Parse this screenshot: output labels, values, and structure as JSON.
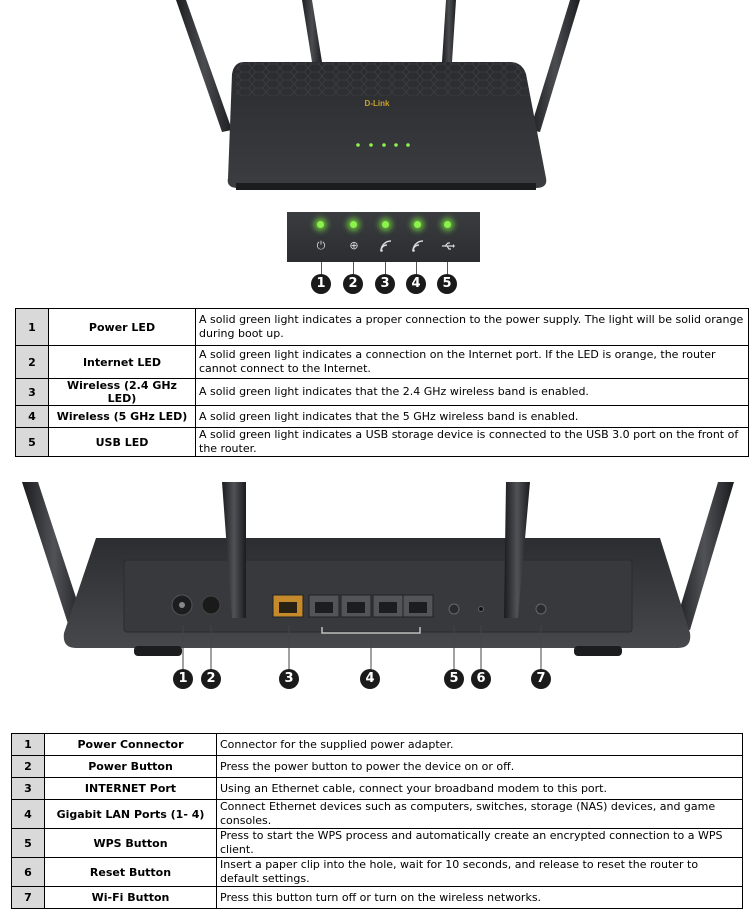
{
  "front_view": {
    "logo": "D-Link",
    "led_icons": [
      "power-icon",
      "internet-icon",
      "wireless-2g-icon",
      "wireless-5g-icon",
      "usb-icon"
    ],
    "led_color": "#8cf34a",
    "callouts": [
      "1",
      "2",
      "3",
      "4",
      "5"
    ]
  },
  "led_table": {
    "rows": [
      {
        "num": "1",
        "name": "Power LED",
        "desc": "A solid green light indicates a proper connection to the power supply. The light will be solid orange during boot up."
      },
      {
        "num": "2",
        "name": "Internet LED",
        "desc": "A solid green light indicates a connection on the Internet port. If the LED is orange, the router cannot connect to the Internet."
      },
      {
        "num": "3",
        "name": "Wireless (2.4 GHz LED)",
        "desc": "A solid green light indicates that the 2.4 GHz wireless band is enabled."
      },
      {
        "num": "4",
        "name": "Wireless (5 GHz LED)",
        "desc": "A solid green light indicates that the 5 GHz wireless band is enabled."
      },
      {
        "num": "5",
        "name": "USB LED",
        "desc": "A solid green light indicates a USB storage device is connected to the USB 3.0 port on the front of the router."
      }
    ]
  },
  "rear_view": {
    "callouts": [
      "1",
      "2",
      "3",
      "4",
      "5",
      "6",
      "7"
    ]
  },
  "port_table": {
    "rows": [
      {
        "num": "1",
        "name": "Power Connector",
        "desc": "Connector for the supplied power adapter."
      },
      {
        "num": "2",
        "name": "Power Button",
        "desc": "Press the power button to power the device on or off."
      },
      {
        "num": "3",
        "name": "INTERNET Port",
        "desc": "Using an Ethernet cable, connect your broadband modem to this port."
      },
      {
        "num": "4",
        "name": "Gigabit LAN Ports (1- 4)",
        "desc": "Connect Ethernet devices such as computers, switches, storage (NAS) devices, and game consoles."
      },
      {
        "num": "5",
        "name": "WPS Button",
        "desc": "Press to start the WPS process and automatically create an encrypted connection to a WPS client."
      },
      {
        "num": "6",
        "name": "Reset Button",
        "desc": "Insert a paper clip into the hole, wait for 10 seconds, and release to reset the router to default settings."
      },
      {
        "num": "7",
        "name": "Wi-Fi Button",
        "desc": "Press this button turn off or turn on the wireless networks."
      }
    ]
  }
}
